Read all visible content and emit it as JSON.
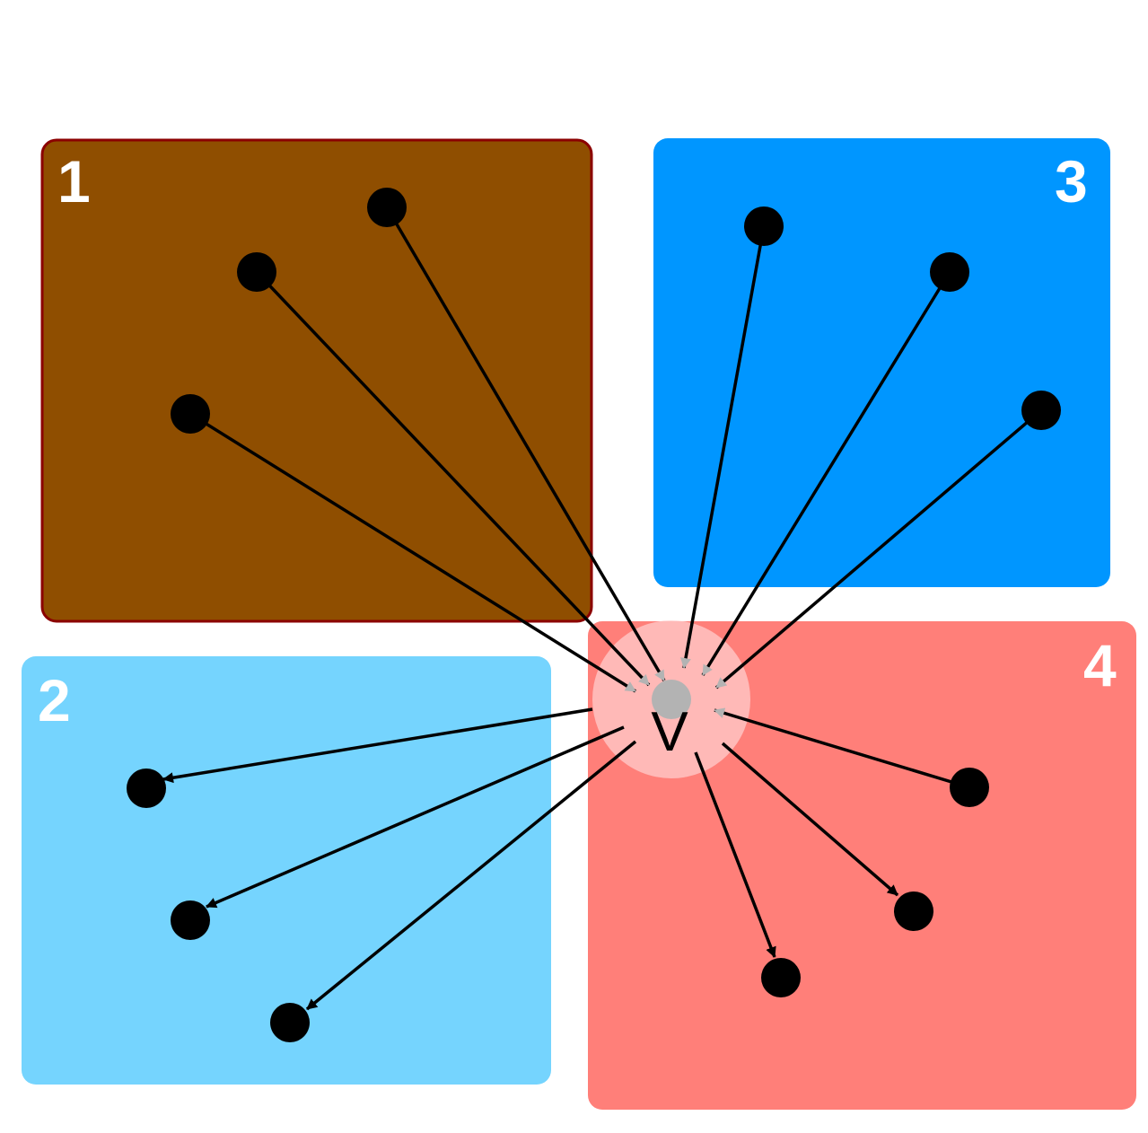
{
  "center": {
    "label": "V",
    "halo_color": "#ffcccc",
    "hub_color": "#b3b3b3"
  },
  "regions": [
    {
      "id": "1",
      "label": "1",
      "color": "#8f4e00",
      "border": "#8b0000"
    },
    {
      "id": "2",
      "label": "2",
      "color": "#75d4fe",
      "border": ""
    },
    {
      "id": "3",
      "label": "3",
      "color": "#0096ff",
      "border": ""
    },
    {
      "id": "4",
      "label": "4",
      "color": "#ff7f79",
      "border": ""
    }
  ],
  "edges": [
    {
      "region": "1",
      "direction": "incoming"
    },
    {
      "region": "1",
      "direction": "incoming"
    },
    {
      "region": "1",
      "direction": "incoming"
    },
    {
      "region": "3",
      "direction": "incoming"
    },
    {
      "region": "3",
      "direction": "incoming"
    },
    {
      "region": "3",
      "direction": "incoming"
    },
    {
      "region": "4",
      "direction": "incoming"
    },
    {
      "region": "2",
      "direction": "outgoing"
    },
    {
      "region": "2",
      "direction": "outgoing"
    },
    {
      "region": "2",
      "direction": "outgoing"
    },
    {
      "region": "4",
      "direction": "outgoing"
    },
    {
      "region": "4",
      "direction": "outgoing"
    }
  ],
  "colors": {
    "edge": "#000000",
    "node": "#000000",
    "arrowhead_incoming": "#b3b3b3",
    "arrowhead_outgoing": "#000000"
  }
}
